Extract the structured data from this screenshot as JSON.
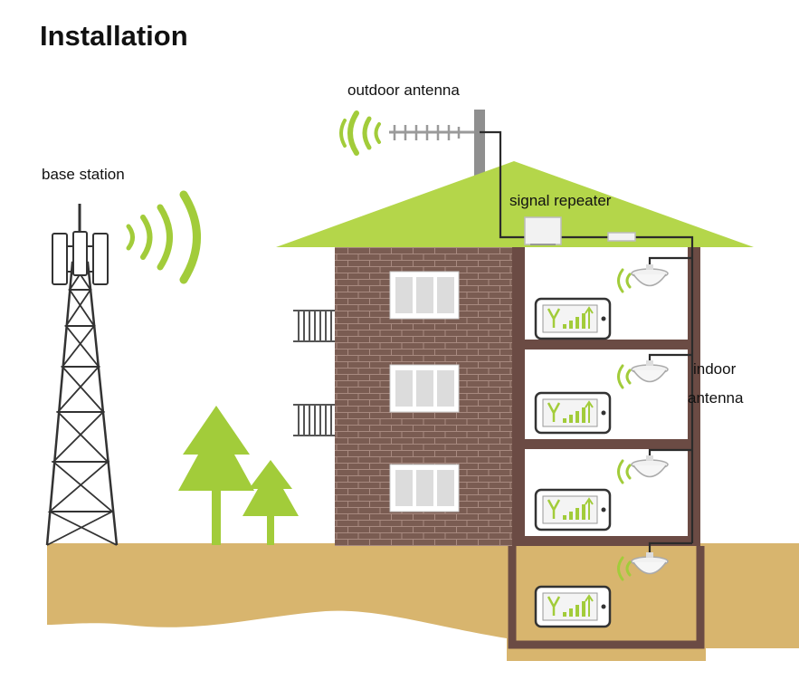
{
  "title": "Installation",
  "labels": {
    "outdoor_antenna": "outdoor antenna",
    "base_station": "base station",
    "signal_repeater": "signal repeater",
    "indoor_line1": "indoor",
    "indoor_line2": "antenna"
  },
  "colors": {
    "roof_green": "#b4d64a",
    "tree_green": "#a2cc3a",
    "brick": "#7a5c52",
    "ground": "#d8b56e",
    "cable": "#2b2b2b",
    "frame": "#6b4b44",
    "tower": "#333333"
  },
  "icons": [
    "signal-wave-icon",
    "phone-signal-icon",
    "ceiling-antenna-icon",
    "repeater-box-icon",
    "yagi-antenna-icon"
  ]
}
